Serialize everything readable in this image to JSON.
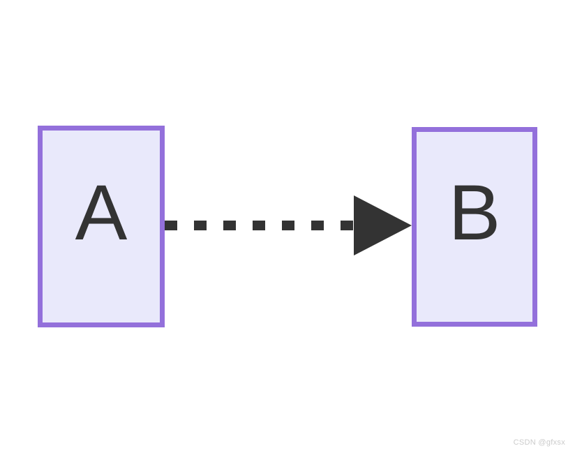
{
  "diagram": {
    "type": "flowchart",
    "direction": "left-to-right",
    "nodes": [
      {
        "id": "A",
        "label": "A",
        "shape": "rectangle"
      },
      {
        "id": "B",
        "label": "B",
        "shape": "rectangle"
      }
    ],
    "edges": [
      {
        "from": "A",
        "to": "B",
        "line_style": "dashed",
        "arrowhead": "filled-triangle",
        "label": ""
      }
    ]
  },
  "watermark": {
    "text": "CSDN @gfxsx"
  },
  "colors": {
    "background": "#ffffff",
    "node_fill": "#e9e9fb",
    "node_border": "#9370db",
    "arrow": "#333333",
    "node_text": "#333333",
    "watermark": "#cbcbcb"
  }
}
